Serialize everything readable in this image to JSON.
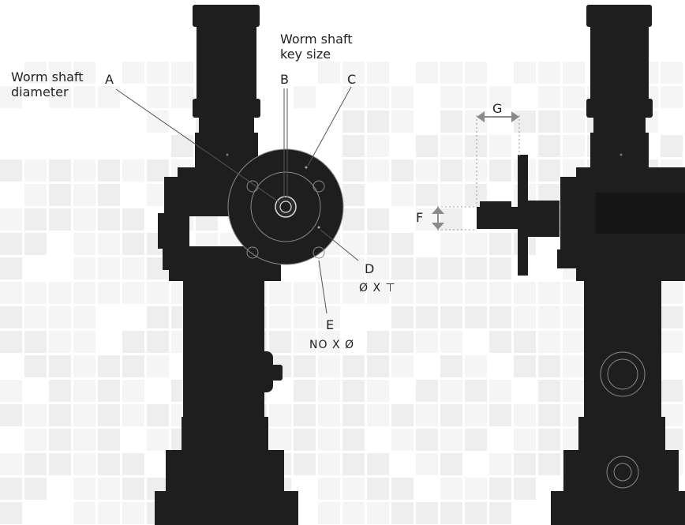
{
  "labels": {
    "worm_shaft_diameter": "Worm shaft diameter",
    "worm_shaft_key_size": "Worm shaft key size",
    "a": "A",
    "b": "B",
    "c": "C",
    "d": "D",
    "d_note": "Ø X ⊤",
    "e": "E",
    "e_note": "NO X Ø",
    "f": "F",
    "g": "G"
  },
  "colors": {
    "body": "#1e1e1e",
    "body_dark": "#121212",
    "grid": "#ececec",
    "line": "#555555",
    "arrow": "#8a8a8a"
  }
}
